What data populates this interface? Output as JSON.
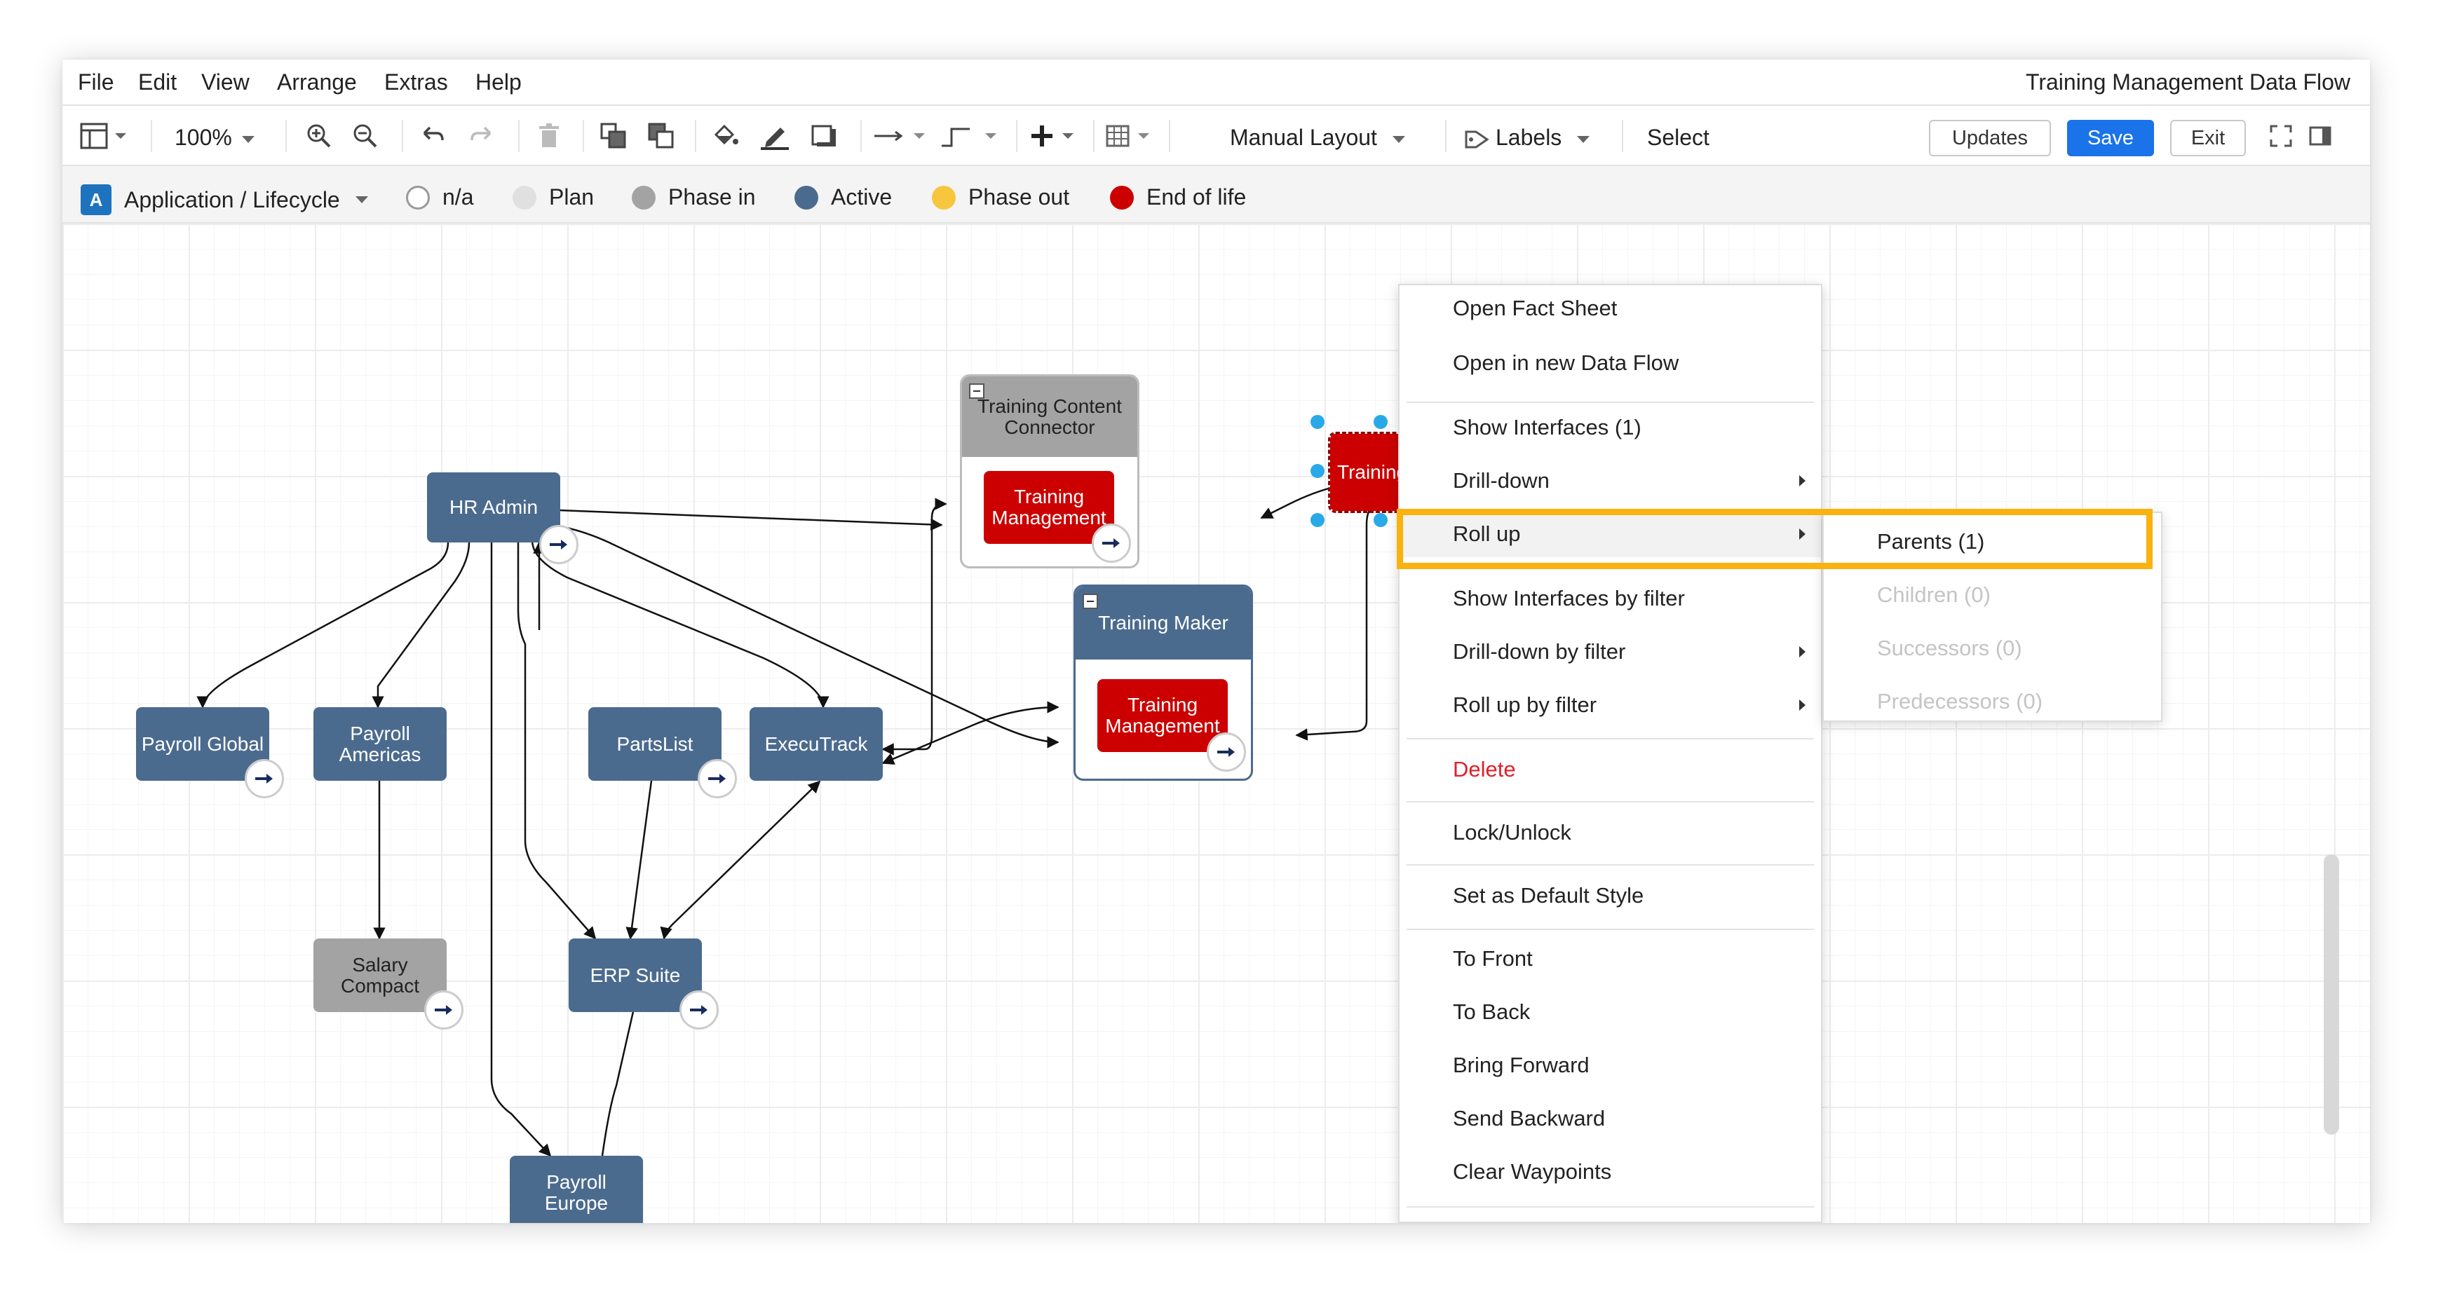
{
  "menubar": {
    "items": [
      "File",
      "Edit",
      "View",
      "Arrange",
      "Extras",
      "Help"
    ],
    "title": "Training Management Data Flow"
  },
  "toolbar": {
    "zoom": "100%",
    "layout": "Manual Layout",
    "labels": "Labels",
    "select": "Select",
    "updates": "Updates",
    "save": "Save",
    "exit": "Exit"
  },
  "legend": {
    "view_badge": "A",
    "view": "Application / Lifecycle",
    "items": [
      {
        "label": "n/a",
        "color": "#ffffff"
      },
      {
        "label": "Plan",
        "color": "#e0e0e0"
      },
      {
        "label": "Phase in",
        "color": "#a3a3a3"
      },
      {
        "label": "Active",
        "color": "#4b6b8e"
      },
      {
        "label": "Phase out",
        "color": "#f8c63d"
      },
      {
        "label": "End of life",
        "color": "#cc0000"
      }
    ]
  },
  "nodes": {
    "hr_admin": "HR Admin",
    "payroll_global": "Payroll Global",
    "payroll_americas": "Payroll Americas",
    "partslist": "PartsList",
    "executrack": "ExecuTrack",
    "salary_compact": "Salary Compact",
    "erp_suite": "ERP Suite",
    "payroll_europe": "Payroll Europe",
    "group_connector": "Training Content Connector",
    "tm_in_connector": "Training Management",
    "group_maker": "Training Maker",
    "tm_in_maker": "Training Management",
    "selected": "Training"
  },
  "context_menu": {
    "items": [
      "Open Fact Sheet",
      "Open in new Data Flow",
      "Show Interfaces (1)",
      "Drill-down",
      "Roll up",
      "Show Interfaces by filter",
      "Drill-down by filter",
      "Roll up by filter",
      "Delete",
      "Lock/Unlock",
      "Set as Default Style",
      "To Front",
      "To Back",
      "Bring Forward",
      "Send Backward",
      "Clear Waypoints"
    ]
  },
  "submenu": {
    "items": [
      "Parents (1)",
      "Children (0)",
      "Successors (0)",
      "Predecessors (0)"
    ]
  },
  "colors": {
    "active": "#4b6b8e",
    "end_of_life": "#cc0000",
    "phase_in": "#a3a3a3",
    "primary": "#1a73e8",
    "highlight": "#f9b20e"
  }
}
